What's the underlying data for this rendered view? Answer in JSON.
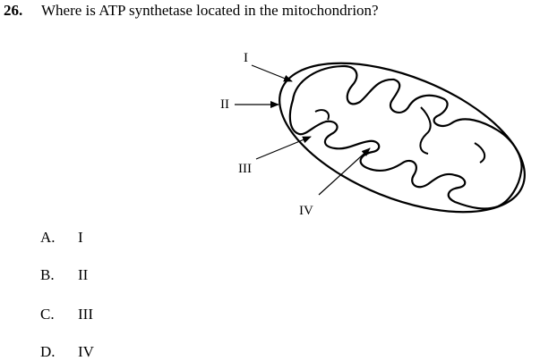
{
  "question": {
    "number": "26.",
    "text": "Where is ATP synthetase located in the mitochondrion?"
  },
  "diagram": {
    "labels": [
      "I",
      "II",
      "III",
      "IV"
    ]
  },
  "options": [
    {
      "letter": "A.",
      "value": "I"
    },
    {
      "letter": "B.",
      "value": "II"
    },
    {
      "letter": "C.",
      "value": "III"
    },
    {
      "letter": "D.",
      "value": "IV"
    }
  ]
}
